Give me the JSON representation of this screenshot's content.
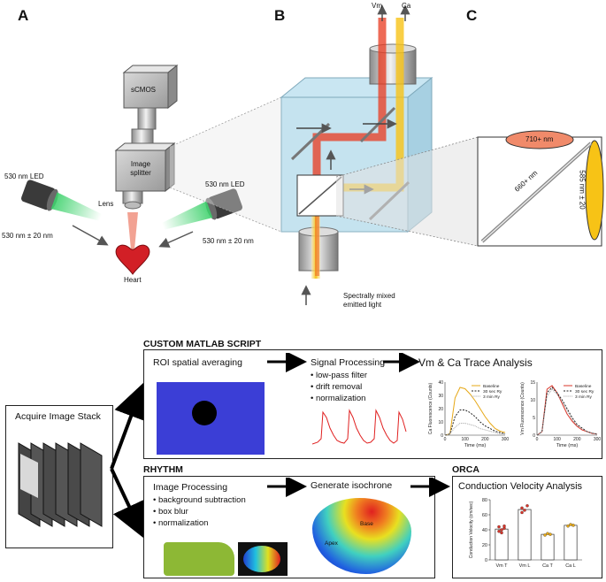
{
  "panels": {
    "a": "A",
    "b": "B",
    "c": "C"
  },
  "optics_a": {
    "camera": "sCMOS",
    "splitter": "Image splitter",
    "lens": "Lens",
    "led_left": "530 nm LED",
    "led_right": "530 nm LED",
    "filter_left": "530 nm ± 20 nm",
    "filter_right": "530 nm ± 20 nm",
    "heart": "Heart"
  },
  "optics_b": {
    "vm": "Vm",
    "ca": "Ca",
    "input_label": "Spectrally mixed emitted light"
  },
  "optics_c": {
    "top_filter": "710+ nm",
    "dichroic": "660+ nm",
    "side_filter": "585 nm ± 20"
  },
  "workflow": {
    "acquire": "Acquire Image Stack",
    "matlab_title": "CUSTOM MATLAB SCRIPT",
    "rhythm_title": "RHYTHM",
    "orca_title": "ORCA",
    "roi": "ROI spatial averaging",
    "signal_processing": "Signal Processing",
    "signal_steps": [
      "low-pass filter",
      "drift removal",
      "normalization"
    ],
    "trace_analysis": "Vm & Ca Trace Analysis",
    "image_processing": "Image Processing",
    "image_steps": [
      "background subtraction",
      "box blur",
      "normalization"
    ],
    "isochrone": "Generate isochrone",
    "base": "Base",
    "apex": "Apex",
    "cv_analysis": "Conduction Velocity Analysis"
  },
  "chart_data": [
    {
      "type": "line",
      "title": "",
      "xlabel": "Time (ms)",
      "ylabel": "Ca Fluorescence (Counts)",
      "xlim": [
        0,
        300
      ],
      "ylim": [
        0,
        40
      ],
      "xticks": [
        0,
        100,
        200,
        300
      ],
      "yticks": [
        0,
        10,
        20,
        30,
        40
      ],
      "legend_position": "top-right",
      "x": [
        0,
        25,
        50,
        75,
        100,
        125,
        150,
        175,
        200,
        225,
        250,
        275,
        300
      ],
      "series": [
        {
          "name": "Baseline",
          "color": "#e6a817",
          "dash": "solid",
          "values": [
            0,
            1,
            28,
            36,
            35,
            31,
            26,
            20,
            14,
            9,
            5,
            3,
            2
          ]
        },
        {
          "name": "30 sec Ry",
          "color": "#222222",
          "dash": "dashed",
          "values": [
            0,
            1,
            14,
            19,
            19,
            17,
            14,
            10,
            7,
            5,
            3,
            2,
            1
          ]
        },
        {
          "name": "3 min Ry",
          "color": "#9a9a9a",
          "dash": "dotted",
          "values": [
            0,
            1,
            6,
            9,
            9,
            8,
            7,
            5,
            4,
            3,
            2,
            1,
            1
          ]
        }
      ]
    },
    {
      "type": "line",
      "title": "",
      "xlabel": "Time (ms)",
      "ylabel": "Vm Fluorescence (Counts)",
      "xlim": [
        0,
        300
      ],
      "ylim": [
        0,
        15
      ],
      "xticks": [
        0,
        100,
        200,
        300
      ],
      "yticks": [
        0,
        5,
        10,
        15
      ],
      "legend_position": "top-right",
      "x": [
        0,
        25,
        50,
        75,
        100,
        125,
        150,
        175,
        200,
        225,
        250,
        275,
        300
      ],
      "series": [
        {
          "name": "Baseline",
          "color": "#d9352a",
          "dash": "solid",
          "values": [
            0,
            1,
            13,
            14,
            12,
            9,
            6,
            4,
            2.5,
            1.5,
            1,
            0.5,
            0.3
          ]
        },
        {
          "name": "30 sec Ry",
          "color": "#222222",
          "dash": "dashed",
          "values": [
            0,
            1,
            12,
            13.5,
            12,
            10,
            7.5,
            5,
            3,
            2,
            1,
            0.6,
            0.3
          ]
        },
        {
          "name": "3 min Ry",
          "color": "#9a9a9a",
          "dash": "dotted",
          "values": [
            0,
            1,
            11,
            13,
            11.5,
            9.5,
            7,
            4.5,
            2.8,
            1.8,
            1,
            0.6,
            0.3
          ]
        }
      ]
    },
    {
      "type": "bar",
      "title": "",
      "xlabel": "",
      "ylabel": "Conduction Velocity (cm/sec)",
      "ylim": [
        0,
        80
      ],
      "yticks": [
        0,
        20,
        40,
        60,
        80
      ],
      "categories": [
        "Vm T",
        "Vm L",
        "Ca T",
        "Ca L"
      ],
      "values": [
        41,
        67,
        34,
        46
      ],
      "points": [
        [
          38,
          40,
          42,
          44,
          36,
          45
        ],
        [
          63,
          66,
          72,
          69
        ],
        [
          33,
          35,
          34
        ],
        [
          45,
          47,
          46
        ]
      ],
      "point_colors": [
        "#d9352a",
        "#d9352a",
        "#e6a817",
        "#e6a817"
      ]
    }
  ]
}
